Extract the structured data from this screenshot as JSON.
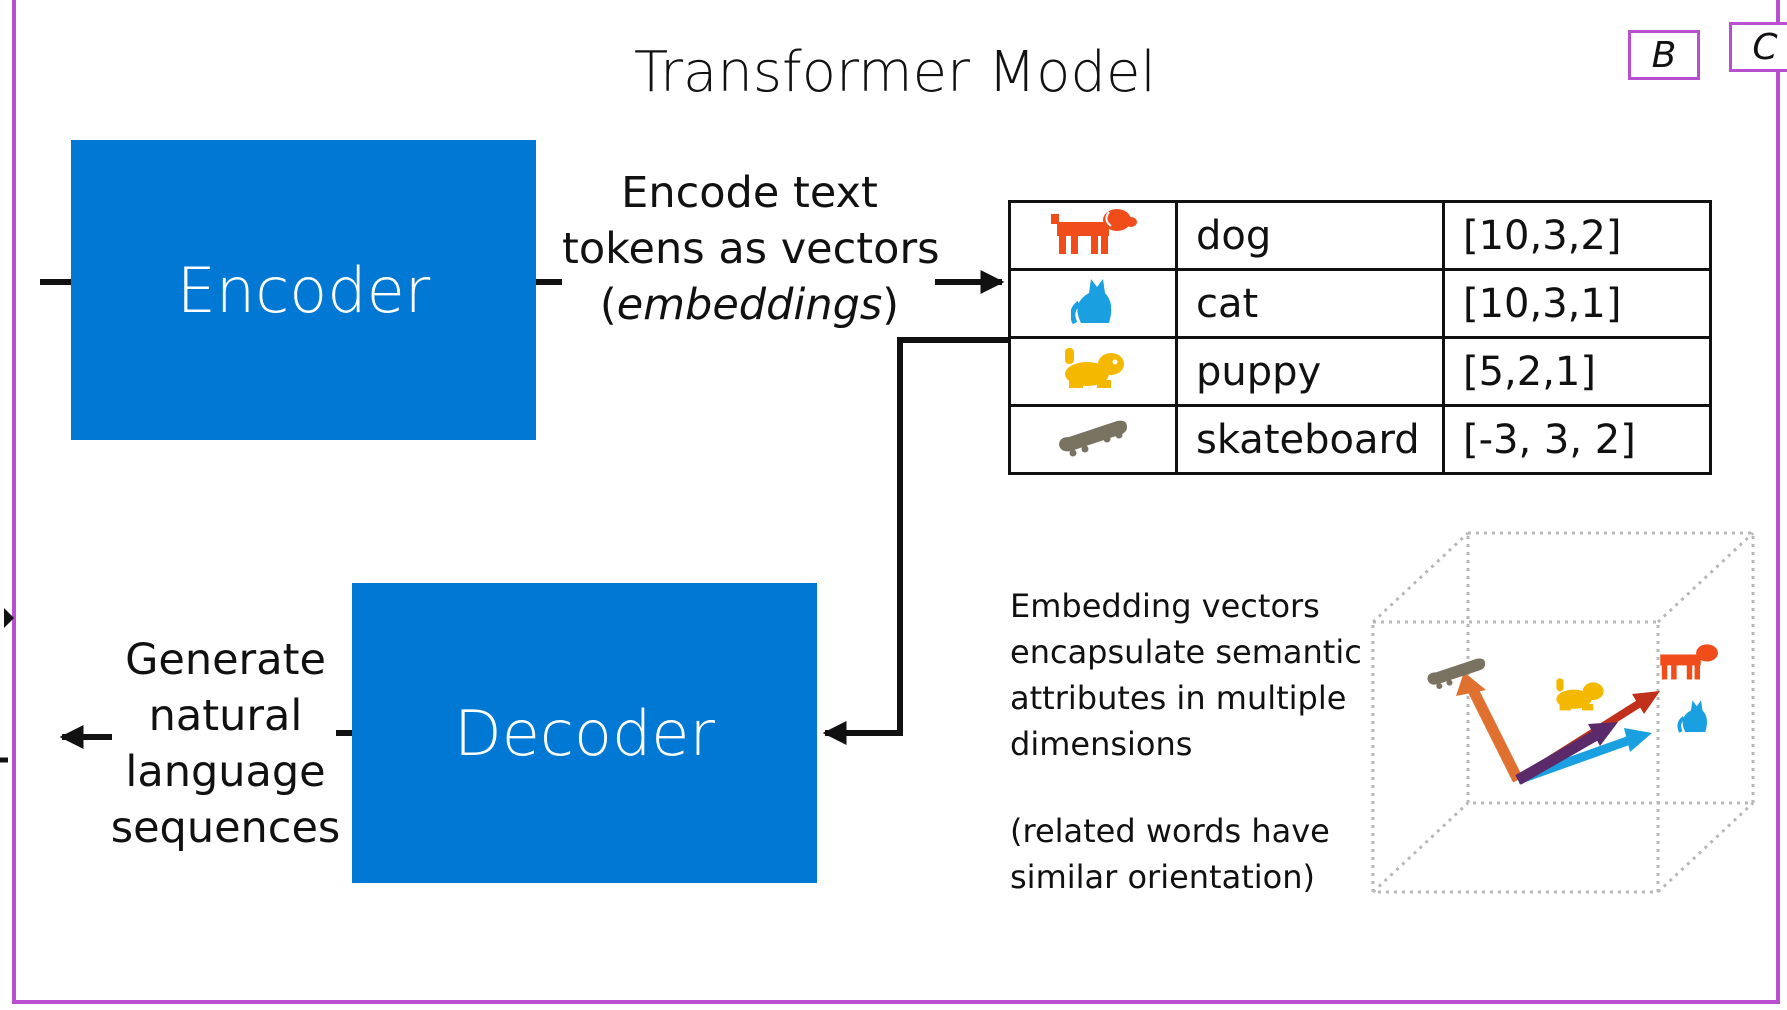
{
  "title": "Transformer Model",
  "encoder": {
    "label": "Encoder"
  },
  "decoder": {
    "label": "Decoder"
  },
  "encode_caption": {
    "line1": "Encode text",
    "line2": "tokens as vectors",
    "line3_open": "(",
    "line3_italic": "embeddings",
    "line3_close": ")"
  },
  "generate_caption": {
    "line1": "Generate",
    "line2": "natural",
    "line3": "language",
    "line4": "sequences"
  },
  "embeddings_table": [
    {
      "icon": "dog-icon",
      "word": "dog",
      "vector": "[10,3,2]"
    },
    {
      "icon": "cat-icon",
      "word": "cat",
      "vector": "[10,3,1]"
    },
    {
      "icon": "puppy-icon",
      "word": "puppy",
      "vector": "[5,2,1]"
    },
    {
      "icon": "skateboard-icon",
      "word": "skateboard",
      "vector": "[-3, 3, 2]"
    }
  ],
  "semantic_note": {
    "line1": "Embedding vectors",
    "line2": "encapsulate semantic",
    "line3": "attributes in multiple",
    "line4": "dimensions"
  },
  "orientation_note": {
    "line1": "(related words have",
    "line2": "similar orientation)"
  },
  "corner_boxes": {
    "b": "B",
    "c": "C"
  },
  "colors": {
    "frame": "#b84fd0",
    "block": "#0078d4",
    "dog": "#f04d1a",
    "cat": "#1aa0e0",
    "puppy": "#f5b800",
    "skateboard": "#7a7260",
    "arrow_skate": "#e07030",
    "arrow_puppy": "#5a2a6a",
    "arrow_dog": "#c0301a",
    "arrow_cat": "#1aa0e0"
  }
}
